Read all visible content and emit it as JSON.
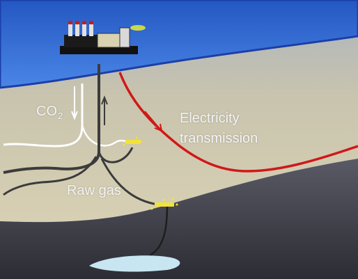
{
  "labels": {
    "co2_main": "CO",
    "co2_sub": "2",
    "electricity_line1": "Electricity",
    "electricity_line2": "transmission",
    "raw_gas": "Raw gas"
  },
  "colors": {
    "sky_top": "#2a5fc8",
    "sky_bottom": "#3f7fe0",
    "surface_edge": "#1d48b8",
    "earth_light": "#d6cfb6",
    "earth_mid": "#b9b6a4",
    "rock_dark": "#3a3a44",
    "co2_line": "#ffffff",
    "gas_line": "#3a3a3a",
    "power_line": "#d01818",
    "fracture_marks": "#f2e23a",
    "reservoir": "#c7e6f2"
  },
  "icons": [
    "power-plant-icon"
  ]
}
